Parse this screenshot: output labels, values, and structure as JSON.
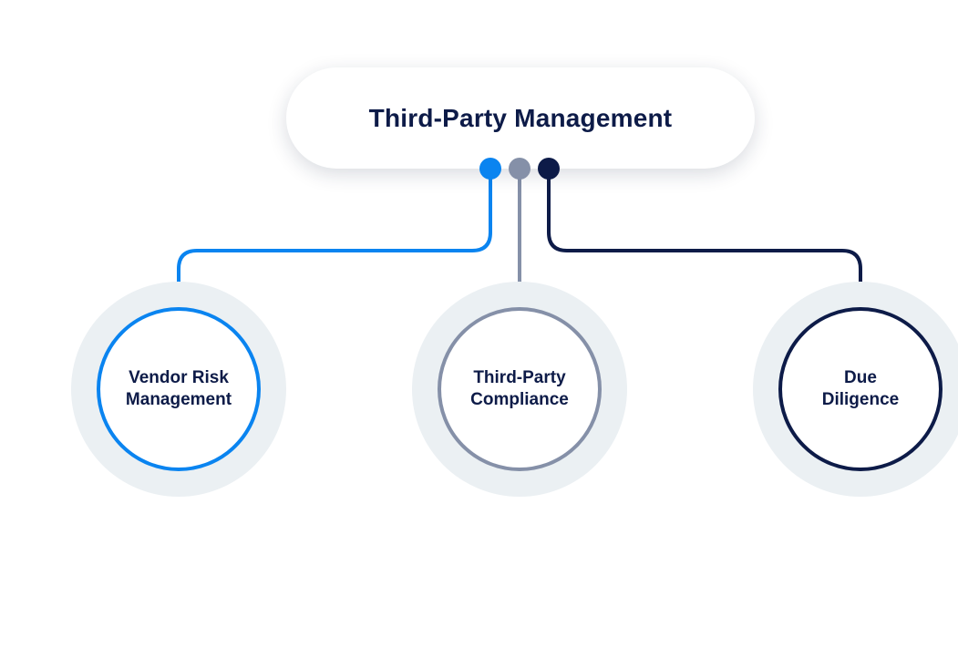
{
  "diagram": {
    "root": {
      "label": "Third-Party Management"
    },
    "children": [
      {
        "label": "Vendor Risk Management",
        "color": "#0a84f0"
      },
      {
        "label": "Third-Party Compliance",
        "color": "#8590a8"
      },
      {
        "label": "Due Diligence",
        "color": "#0d1b48"
      }
    ]
  }
}
